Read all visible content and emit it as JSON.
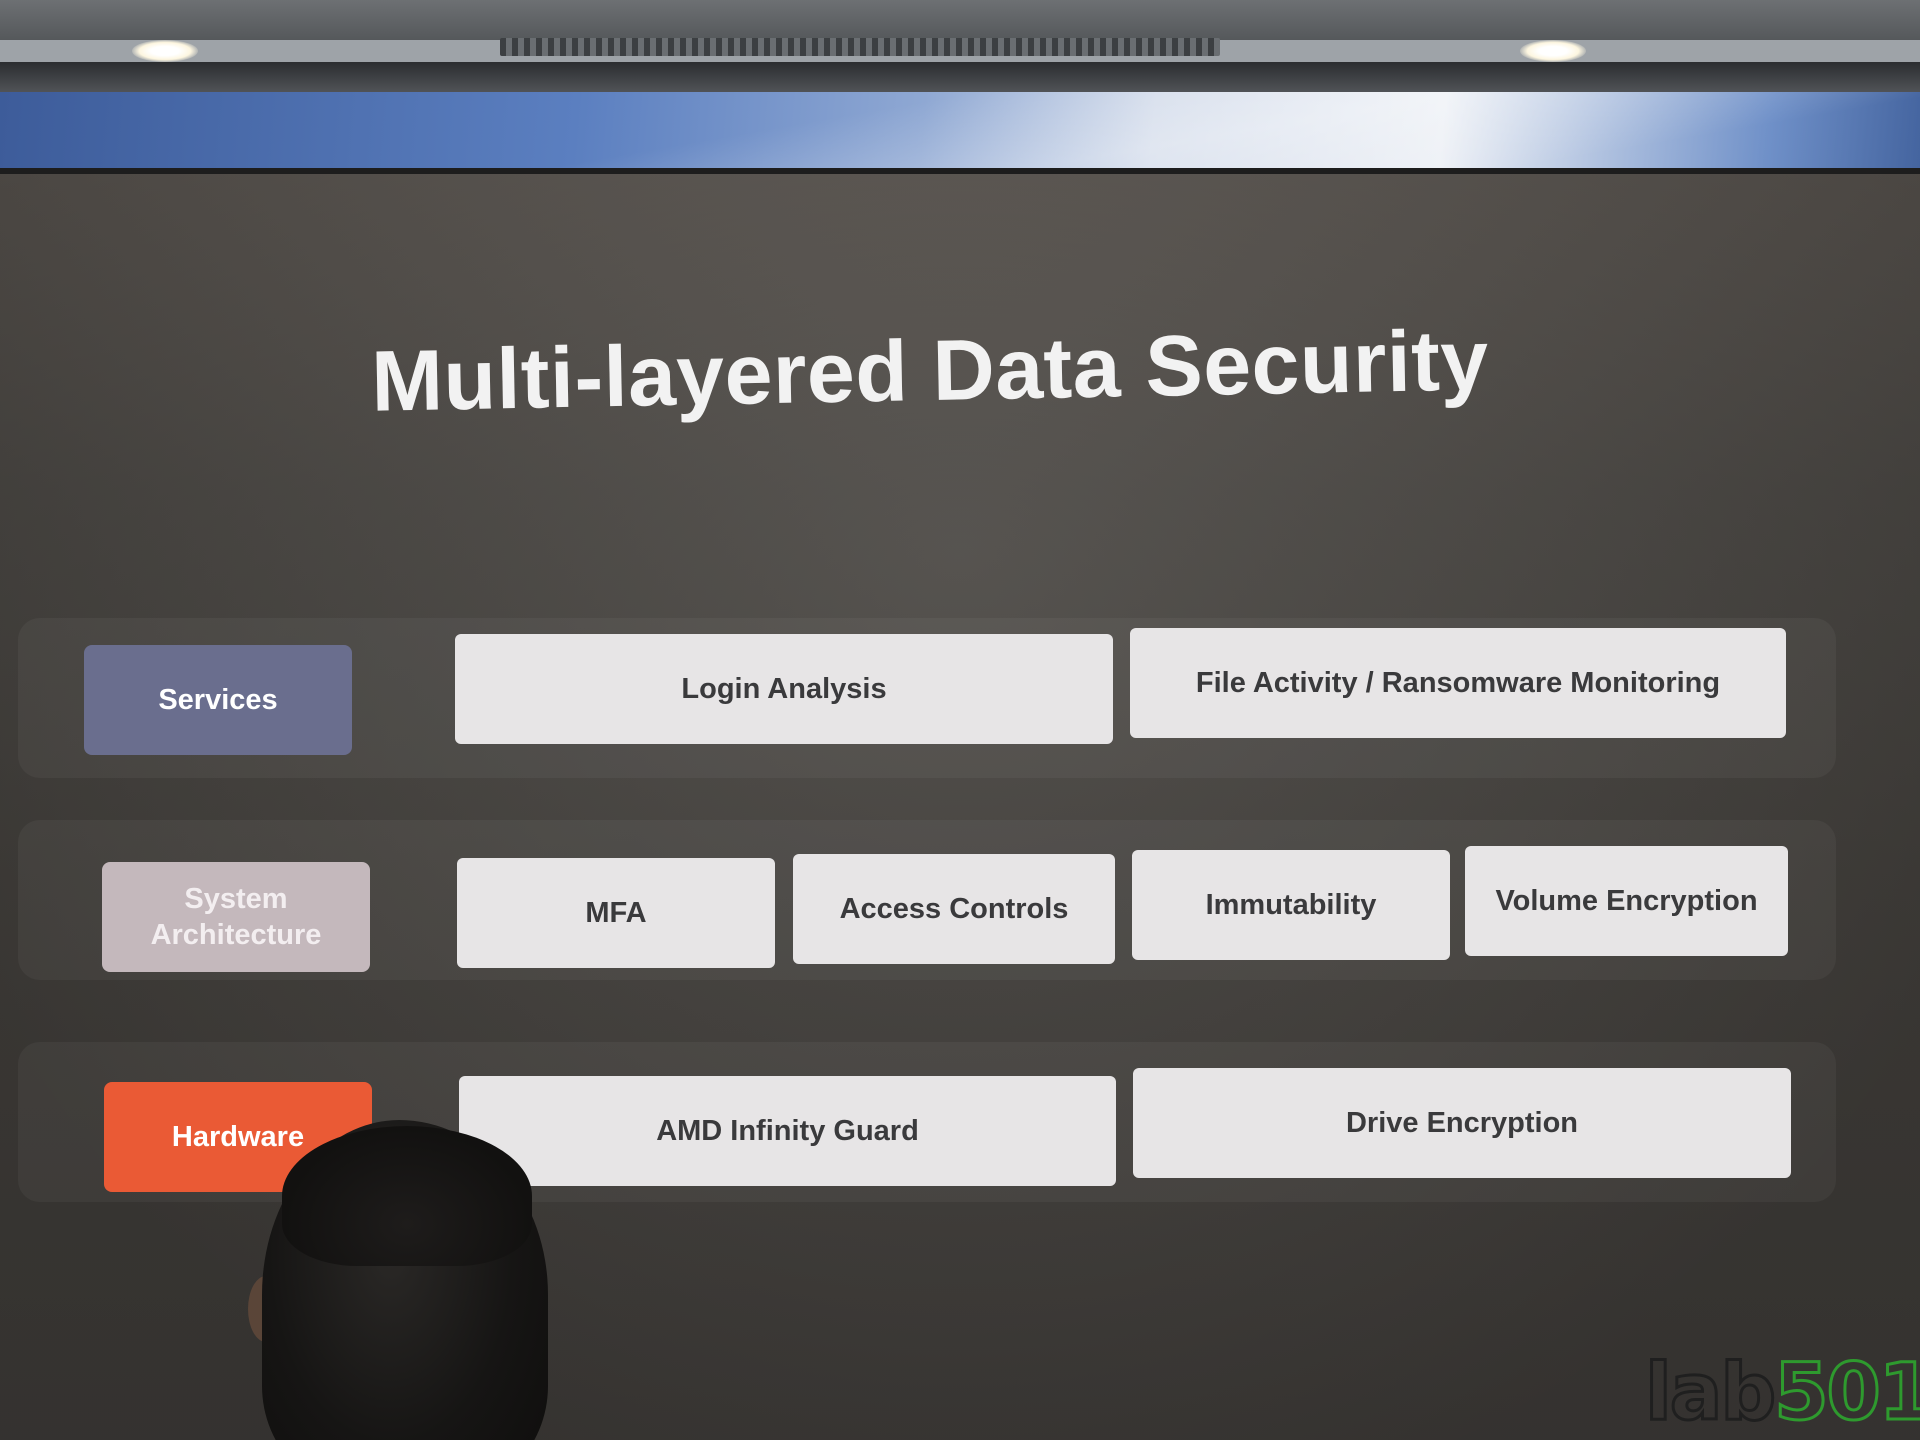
{
  "slide": {
    "title": "Multi-layered Data Security",
    "layers": [
      {
        "label": "Services",
        "color": "#6a6e8e",
        "items": [
          "Login Analysis",
          "File Activity / Ransomware Monitoring"
        ]
      },
      {
        "label": "System Architecture",
        "color": "#c4b8bc",
        "items": [
          "MFA",
          "Access Controls",
          "Immutability",
          "Volume Encryption"
        ]
      },
      {
        "label": "Hardware",
        "color": "#ea5a35",
        "items": [
          "AMD Infinity Guard",
          "Drive Encryption"
        ]
      }
    ]
  },
  "watermark": {
    "text_lab": "lab",
    "text_num": "501",
    "color_lab": "#1f1f1f",
    "color_num": "#2e9a2e"
  }
}
